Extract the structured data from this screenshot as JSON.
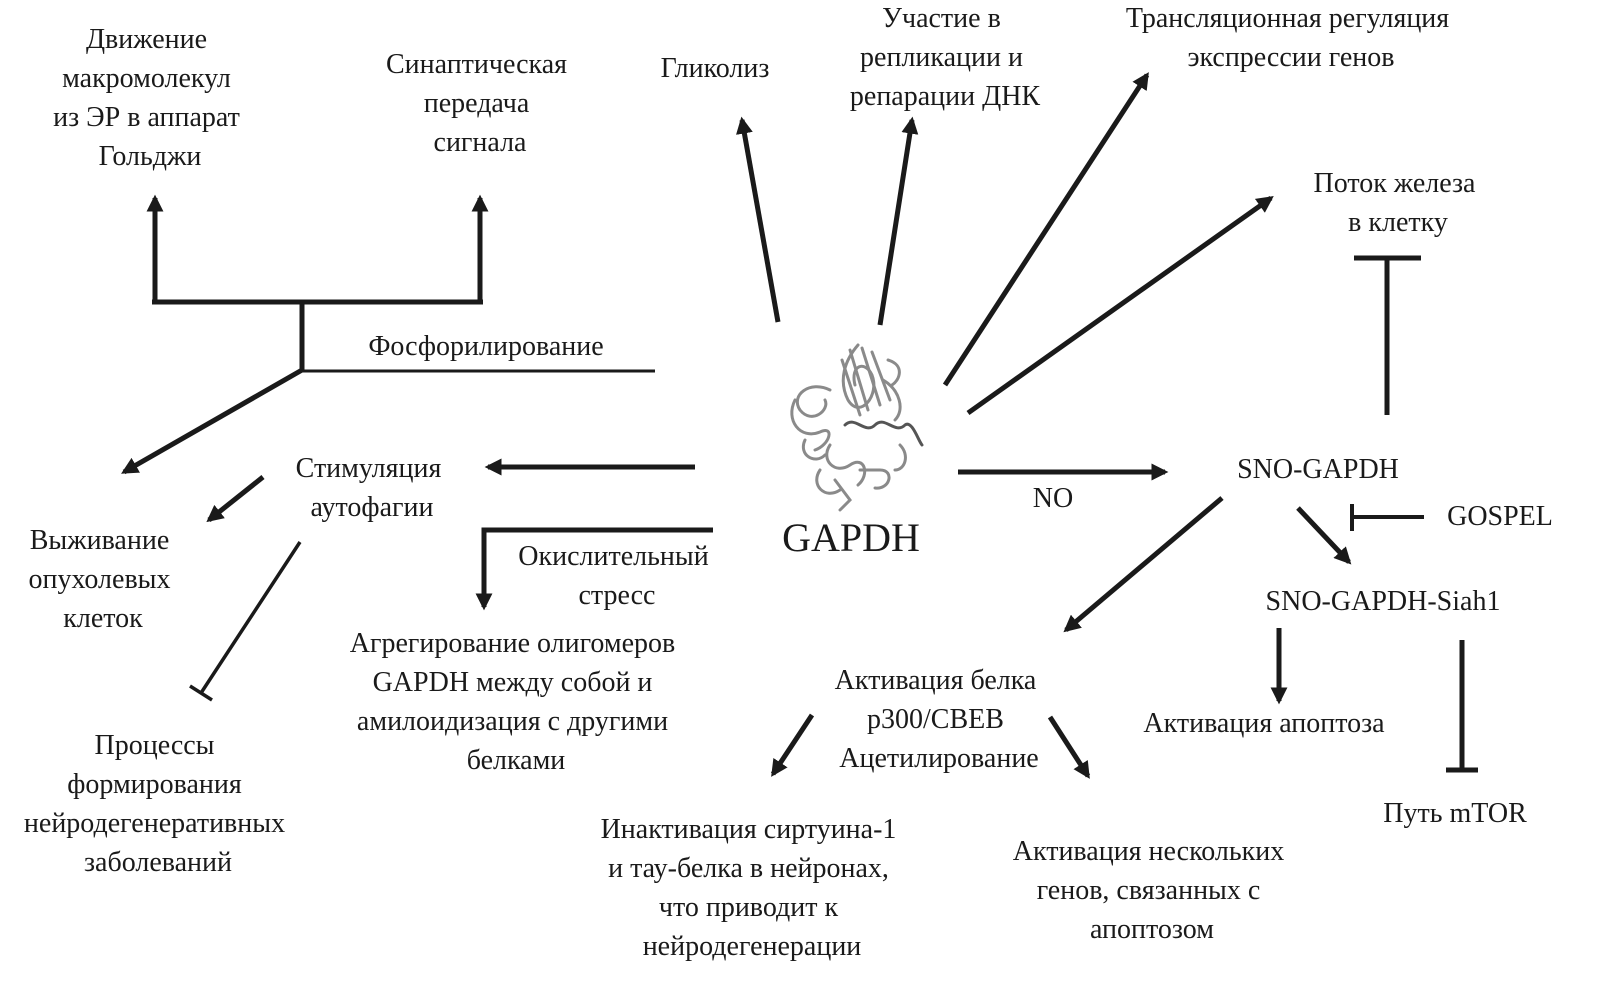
{
  "nodes": {
    "er_golgi": {
      "lines": [
        "Движение",
        "макромолекул",
        "из ЭР в аппарат",
        "Гольджи"
      ]
    },
    "synaptic": {
      "lines": [
        "Синаптическая",
        "передача",
        "сигнала"
      ]
    },
    "glycolysis": {
      "lines": [
        "Гликолиз"
      ]
    },
    "dna": {
      "lines": [
        "Участие в",
        "репликации и",
        "репарации ДНК"
      ]
    },
    "translation": {
      "lines": [
        "Трансляционная регуляция",
        "экспрессии генов"
      ]
    },
    "iron": {
      "lines": [
        "Поток железа",
        "в клетку"
      ]
    },
    "phosphorylation": {
      "lines": [
        "Фосфорилирование"
      ]
    },
    "autophagy": {
      "lines": [
        "Стимуляция",
        "аутофагии"
      ]
    },
    "tumor": {
      "lines": [
        "Выживание",
        "опухолевых",
        "клеток"
      ]
    },
    "oxidative": {
      "lines": [
        "Окислительный",
        "стресс"
      ]
    },
    "gapdh": {
      "lines": [
        "GAPDH"
      ]
    },
    "no": {
      "lines": [
        "NO"
      ]
    },
    "sno_gapdh": {
      "lines": [
        "SNO-GAPDH"
      ]
    },
    "gospel": {
      "lines": [
        "GOSPEL"
      ]
    },
    "siah1": {
      "lines": [
        "SNO-GAPDH-Siah1"
      ]
    },
    "aggregation": {
      "lines": [
        "Агрегирование олигомеров",
        "GAPDH между собой и",
        "амилоидизация с другими",
        "белками"
      ]
    },
    "neurodegen_processes": {
      "lines": [
        "Процессы",
        "формирования",
        "нейродегенеративных",
        "заболеваний"
      ]
    },
    "p300": {
      "lines": [
        "Активация белка",
        "p300/CBEB",
        "Ацетилирование"
      ]
    },
    "apoptosis": {
      "lines": [
        "Активация апоптоза"
      ]
    },
    "mtor": {
      "lines": [
        "Путь mTOR"
      ]
    },
    "sirtuin": {
      "lines": [
        "Инактивация сиртуина-1",
        "и тау-белка в нейронах,",
        "что приводит к",
        "нейродегенерации"
      ]
    },
    "genes": {
      "lines": [
        "Активация нескольких",
        "генов, связанных с",
        "апоптозом"
      ]
    }
  },
  "colors": {
    "ink": "#1a1a1a",
    "protein": "#8a8a8a",
    "background": "#ffffff"
  },
  "icons": {
    "protein_structure": "gapdh-protein-ribbon-icon"
  }
}
